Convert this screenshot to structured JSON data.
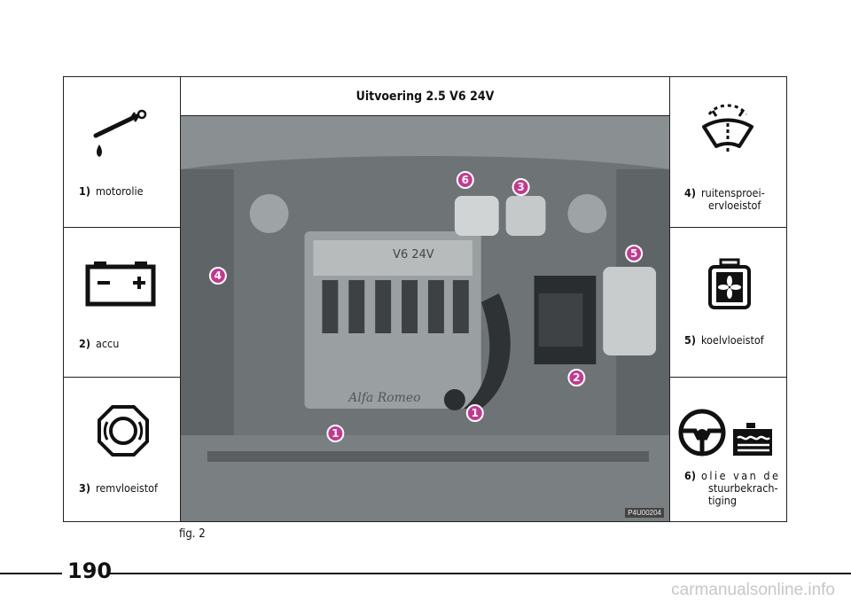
{
  "title": "Uitvoering 2.5 V6 24V",
  "left_items": [
    {
      "num": "1)",
      "label": "motorolie",
      "icon": "oil-dipstick-icon"
    },
    {
      "num": "2)",
      "label": "accu",
      "icon": "battery-icon"
    },
    {
      "num": "3)",
      "label": "remvloeistof",
      "icon": "brake-fluid-icon"
    }
  ],
  "right_items": [
    {
      "num": "4)",
      "label_line1": "ruitensproei-",
      "label_line2": "ervloeistof",
      "icon": "windscreen-washer-icon"
    },
    {
      "num": "5)",
      "label": "koelvloeistof",
      "icon": "coolant-icon"
    },
    {
      "num": "6)",
      "label_line1": "olie van de",
      "label_line2": "stuurbekrach-",
      "label_line3": "tiging",
      "icon": "power-steering-fluid-icon"
    }
  ],
  "photo": {
    "code": "P4U00204",
    "engine_text": "V6   24V",
    "brand_script": "Alfa Romeo",
    "markers": [
      "1",
      "1",
      "2",
      "3",
      "4",
      "5",
      "6"
    ]
  },
  "figure_caption": "fig. 2",
  "page_number": "190",
  "watermark": "carmanualsonline.info"
}
